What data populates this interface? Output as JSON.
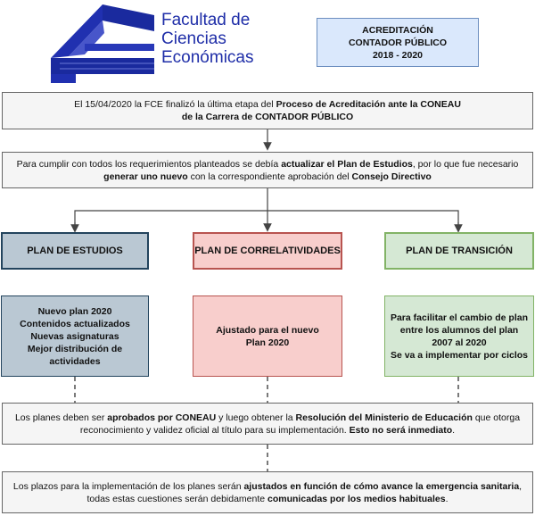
{
  "header": {
    "logo_lines": [
      "Facultad de",
      "Ciencias",
      "Económicas"
    ],
    "accreditation": [
      "ACREDITACIÓN",
      "CONTADOR PÚBLICO",
      "2018 - 2020"
    ]
  },
  "box1": {
    "t1": "El 15/04/2020 la FCE finalizó la última etapa del ",
    "b1": "Proceso de Acreditación ante la CONEAU",
    "b2": "de la Carrera de CONTADOR PÚBLICO"
  },
  "box2": {
    "t1": "Para cumplir con todos los requerimientos planteados se debía ",
    "b1": "actualizar el Plan de Estudios",
    "t2": ", por lo que fue necesario",
    "b2": "generar uno nuevo",
    "t3": " con la correspondiente aprobación del ",
    "b3": "Consejo Directivo"
  },
  "columns": {
    "plan_estudios": {
      "title": "PLAN DE ESTUDIOS",
      "lines": [
        "Nuevo plan 2020",
        "Contenidos actualizados",
        "Nuevas asignaturas",
        "Mejor distribución de",
        "actividades"
      ]
    },
    "plan_correlatividades": {
      "title": "PLAN DE CORRELATIVIDADES",
      "lines": [
        "Ajustado para el nuevo",
        "Plan 2020"
      ]
    },
    "plan_transicion": {
      "title": "PLAN DE TRANSICIÓN",
      "lines": [
        "Para facilitar el cambio de plan",
        "entre los alumnos del plan",
        "2007 al 2020",
        "Se va a implementar por ciclos"
      ]
    }
  },
  "box3": {
    "t1": "Los planes deben ser ",
    "b1": "aprobados por CONEAU",
    "t2": " y luego obtener la ",
    "b2": "Resolución del Ministerio de Educación",
    "t3": " que otorga",
    "t4": "reconocimiento y validez oficial al título para su implementación. ",
    "b3": "Esto no será inmediato",
    "t5": "."
  },
  "box4": {
    "t1": "Los plazos para la implementación de los planes serán ",
    "b1": "ajustados en función de cómo avance la emergencia sanitaria",
    "t2": ",",
    "t3": "todas estas cuestiones serán debidamente ",
    "b2": "comunicadas por los medios habituales",
    "t4": "."
  },
  "colors": {
    "logo_blue": "#1f2ea8",
    "accent_blue": "#dae8fc",
    "blue_fill": "#bac8d3",
    "red_fill": "#f8cecc",
    "green_fill": "#d5e8d4"
  }
}
